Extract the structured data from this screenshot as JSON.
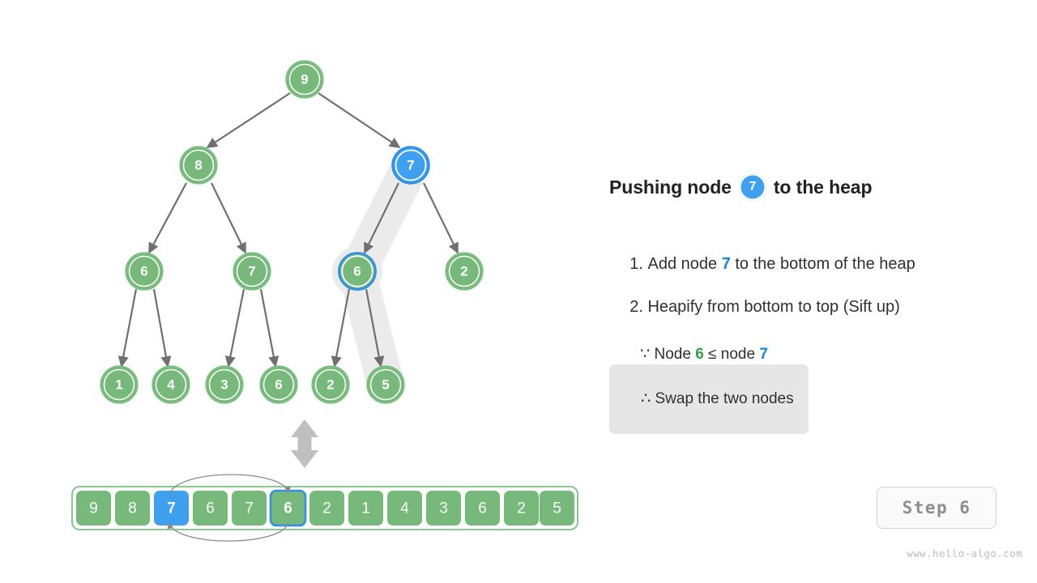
{
  "heading": {
    "prefix": "Pushing node",
    "badge_value": "7",
    "suffix": "to the heap"
  },
  "steps": [
    {
      "index": "1.",
      "text_before": "Add node ",
      "value": "7",
      "text_after": " to the bottom of the heap"
    },
    {
      "index": "2.",
      "text_before": "Heapify from bottom to top (Sift up)",
      "value": "",
      "text_after": ""
    }
  ],
  "step_line_1_full": "1. Add node 7 to the bottom of the heap",
  "step_line_2_full": "2. Heapify from bottom to top (Sift up)",
  "reason": {
    "symbol": "∵",
    "text_before": " Node ",
    "left_value": "6",
    "comparator": " ≤ node ",
    "right_value": "7"
  },
  "conclusion": {
    "symbol": "∴",
    "text": " Swap the two nodes"
  },
  "step_badge": "Step 6",
  "watermark": "www.hello-algo.com",
  "colors": {
    "node_green_fill": "#76B97A",
    "node_green_stroke": "#79C07E",
    "node_blue_fill": "#3FA0EF",
    "node_blue_stroke": "#2E90E6",
    "edge_gray": "#707070",
    "highlight_gray": "#ebebeb",
    "array_border_green": "#7CC083",
    "text_green": "#2FA04A",
    "text_blue": "#1488E0",
    "conclusion_bg": "#e6e6e6"
  },
  "tree": {
    "levels": [
      [
        {
          "value": "9",
          "state": "normal"
        }
      ],
      [
        {
          "value": "8",
          "state": "normal"
        },
        {
          "value": "7",
          "state": "blue-filled"
        }
      ],
      [
        {
          "value": "6",
          "state": "normal"
        },
        {
          "value": "7",
          "state": "normal"
        },
        {
          "value": "6",
          "state": "blue-ring"
        },
        {
          "value": "2",
          "state": "normal"
        }
      ],
      [
        {
          "value": "1",
          "state": "normal"
        },
        {
          "value": "4",
          "state": "normal"
        },
        {
          "value": "3",
          "state": "normal"
        },
        {
          "value": "6",
          "state": "normal"
        },
        {
          "value": "2",
          "state": "normal"
        },
        {
          "value": "5",
          "state": "normal"
        }
      ]
    ],
    "highlight_path_values": [
      "7",
      "6",
      "5"
    ]
  },
  "array": {
    "cells": [
      {
        "value": "9",
        "state": "normal"
      },
      {
        "value": "8",
        "state": "normal"
      },
      {
        "value": "7",
        "state": "blue-filled"
      },
      {
        "value": "6",
        "state": "normal"
      },
      {
        "value": "7",
        "state": "normal"
      },
      {
        "value": "6",
        "state": "blue-ring"
      },
      {
        "value": "2",
        "state": "normal"
      },
      {
        "value": "1",
        "state": "normal"
      },
      {
        "value": "4",
        "state": "normal"
      },
      {
        "value": "3",
        "state": "normal"
      },
      {
        "value": "6",
        "state": "normal"
      },
      {
        "value": "2",
        "state": "normal"
      },
      {
        "value": "5",
        "state": "normal"
      }
    ],
    "swap_from_index": 2,
    "swap_to_index": 5
  },
  "chart_data": {
    "type": "diagram",
    "title": "Pushing node 7 to the heap",
    "tree_values_level_order": [
      "9",
      "8",
      "7",
      "6",
      "7",
      "6",
      "2",
      "1",
      "4",
      "3",
      "6",
      "2",
      "5"
    ],
    "array_values": [
      "9",
      "8",
      "7",
      "6",
      "7",
      "6",
      "2",
      "1",
      "4",
      "3",
      "6",
      "2",
      "5"
    ],
    "highlighted_blue_filled_index": 2,
    "highlighted_blue_ring_index": 5,
    "step": 6
  }
}
